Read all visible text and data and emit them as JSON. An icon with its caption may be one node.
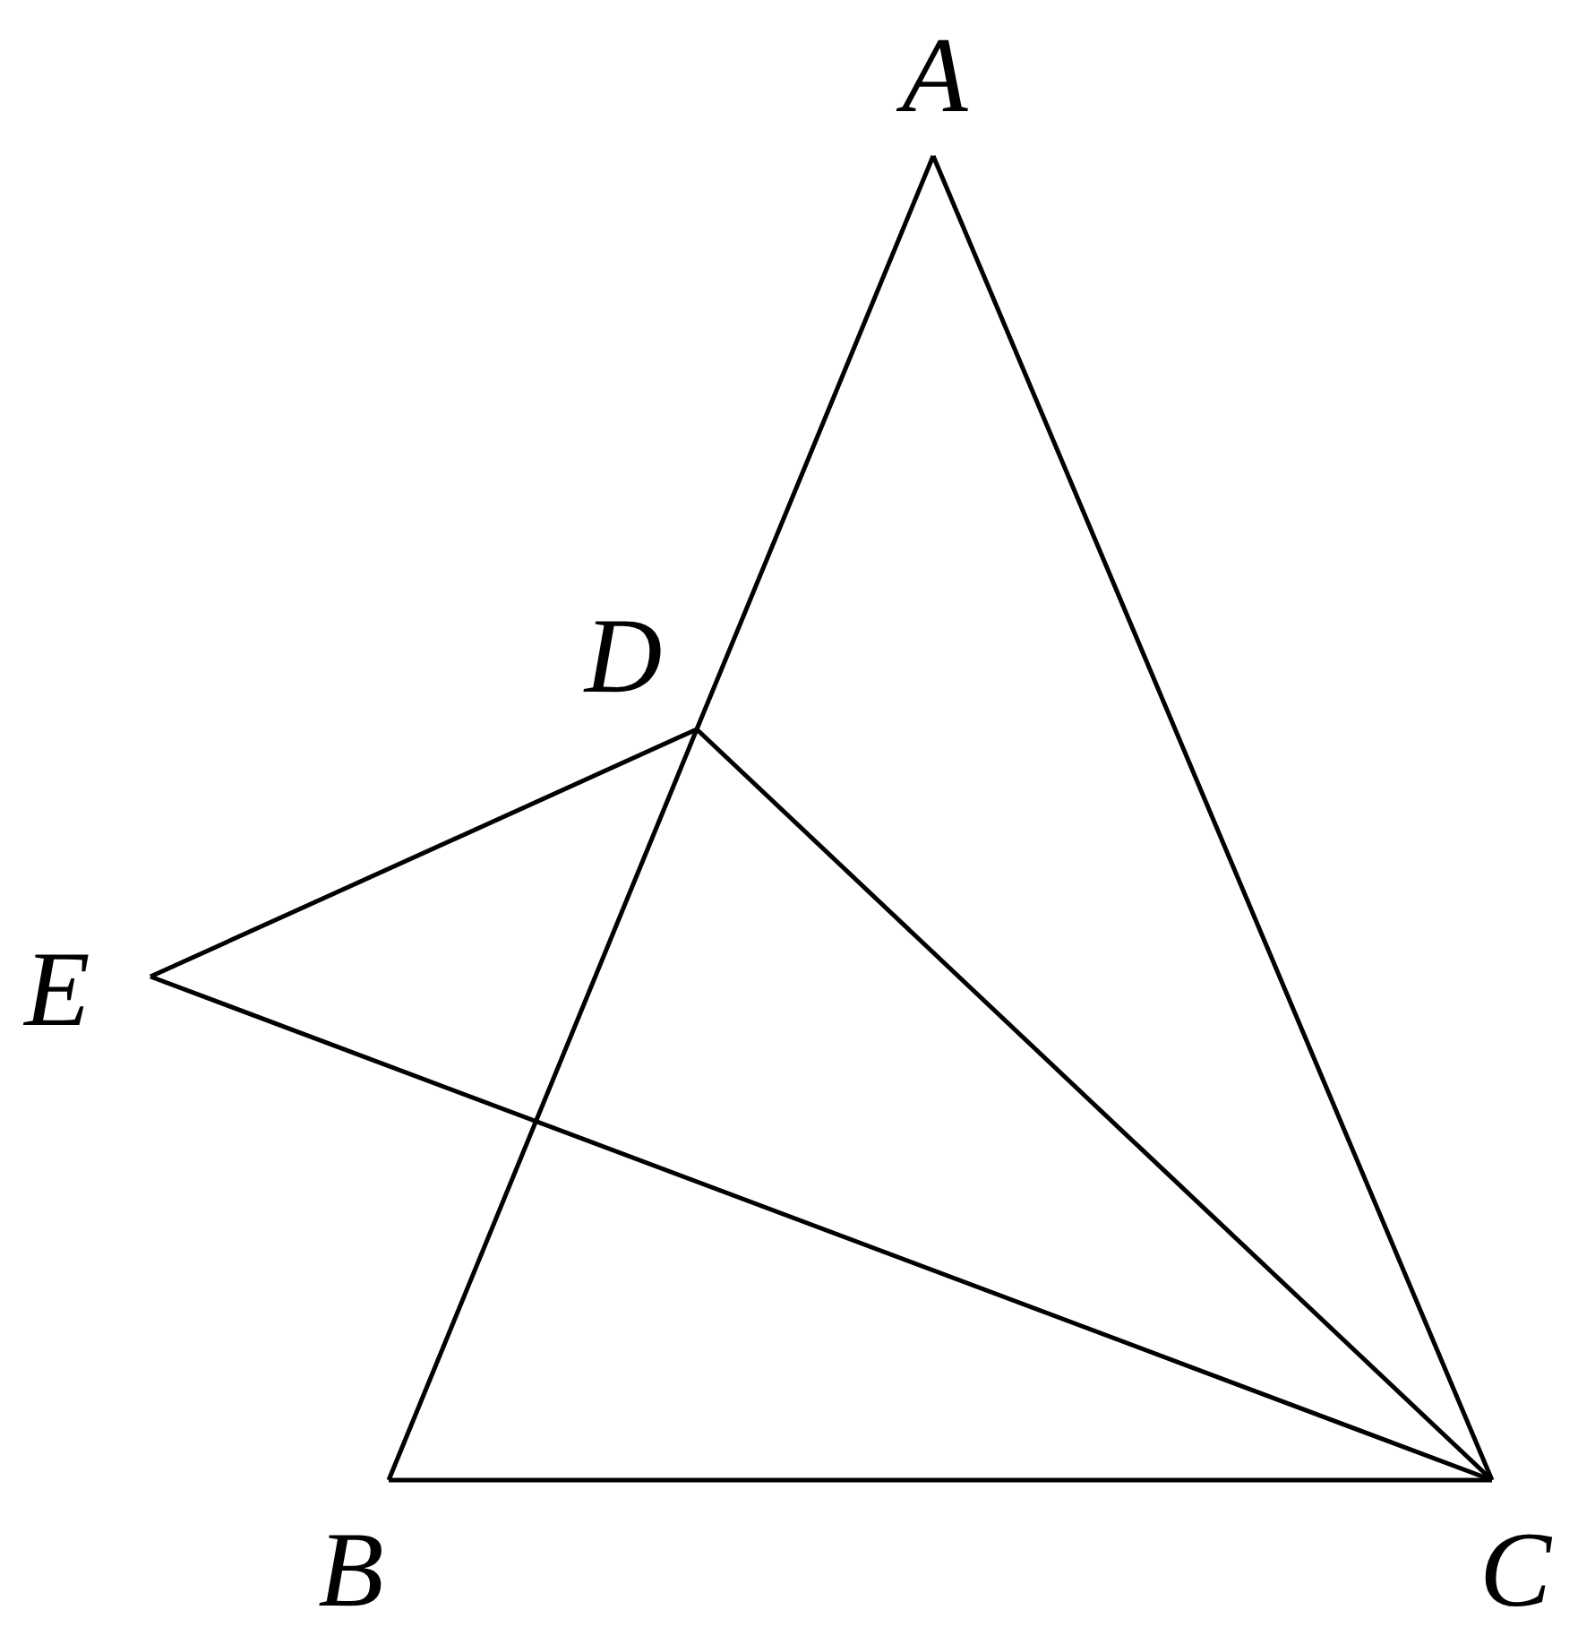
{
  "diagram": {
    "nodes": [
      {
        "text": [
          "A"
        ]
      },
      {
        "text": [
          "D"
        ]
      },
      {
        "text": [
          "E"
        ]
      },
      {
        "text": [
          "B"
        ]
      },
      {
        "text": [
          "C"
        ]
      }
    ],
    "edges": [
      {
        "from": 0,
        "to": 1,
        "arrow": "none"
      },
      {
        "from": 1,
        "to": 3,
        "arrow": "none"
      },
      {
        "from": 0,
        "to": 4,
        "arrow": "none"
      },
      {
        "from": 3,
        "to": 4,
        "arrow": "none"
      },
      {
        "from": 1,
        "to": 4,
        "arrow": "none"
      },
      {
        "from": 1,
        "to": 2,
        "arrow": "none"
      },
      {
        "from": 2,
        "to": 4,
        "arrow": "none"
      }
    ]
  }
}
